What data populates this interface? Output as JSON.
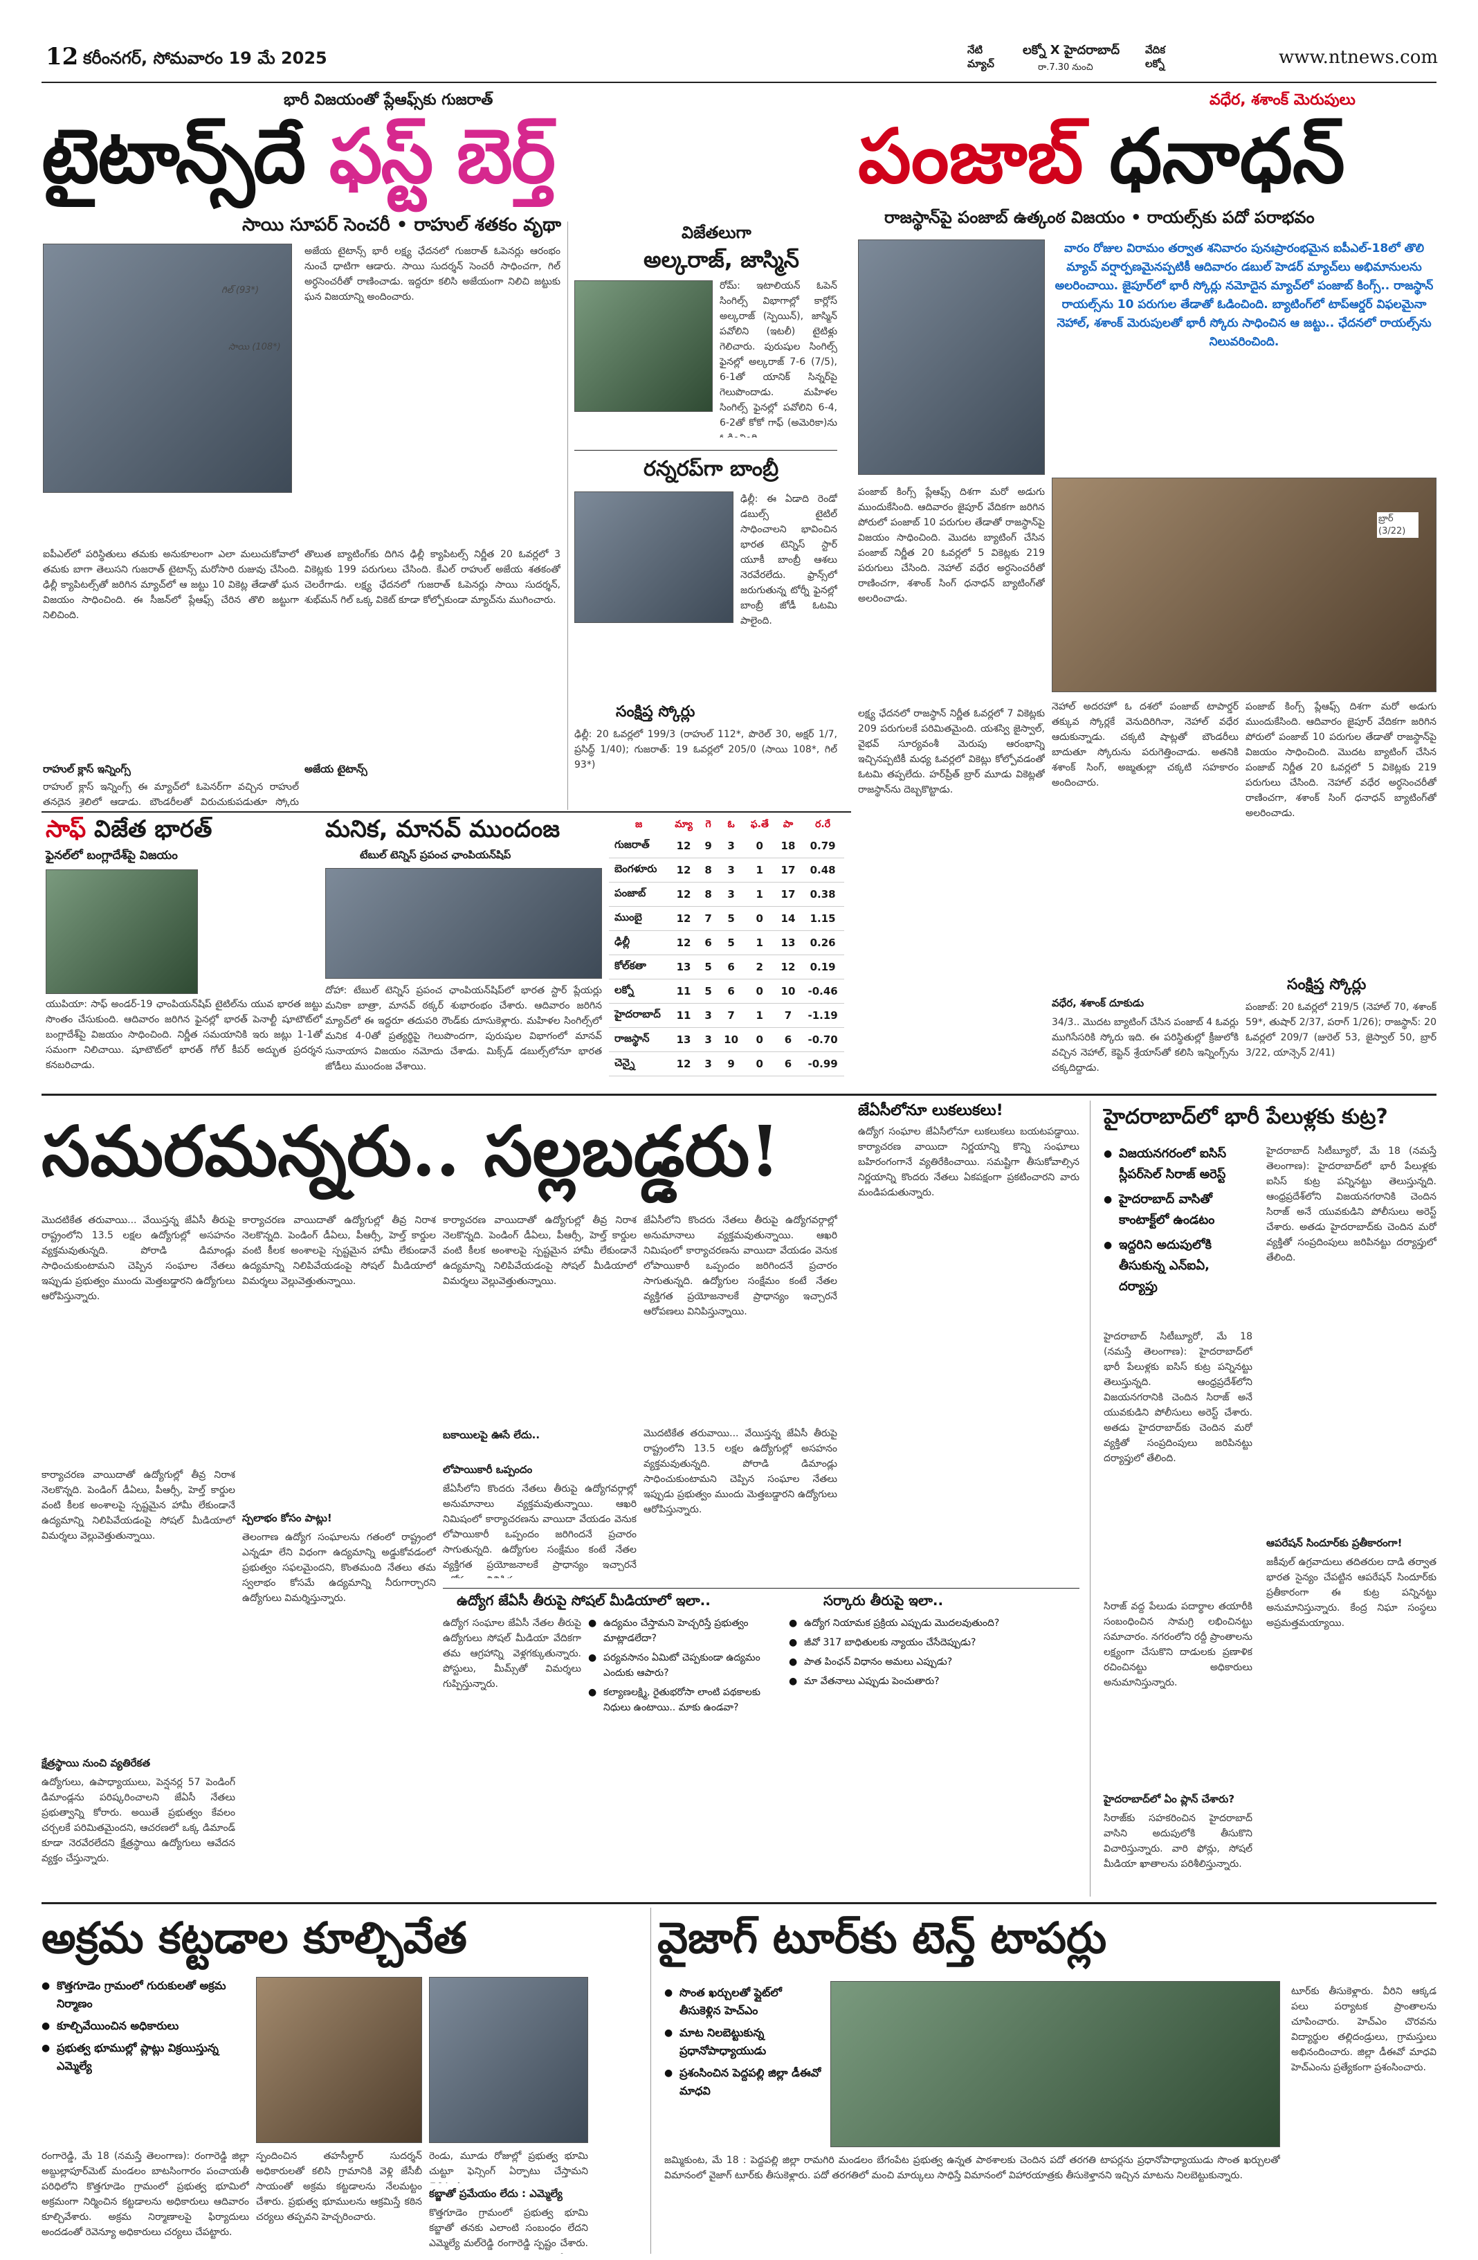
{
  "masthead": {
    "page_no": "12",
    "dateline": "కరీంనగర్, సోమవారం 19 మే 2025",
    "todays_match_label": "నేటి మ్యాచ్",
    "todays_match": "లక్నో X హైదరాబాద్",
    "match_time": "రా.7.30 నుంచి",
    "venue_label": "వేదిక లక్నో",
    "website": "www.ntnews.com"
  },
  "gt_story": {
    "kicker": "భారీ విజయంతో ప్లేఆఫ్స్‌కు గుజరాత్",
    "headline_black": "టైటాన్స్‌దే",
    "headline_pink": "ఫస్ట్ బెర్త్",
    "subhead": "సాయి సూపర్ సెంచరీ • రాహుల్ శతకం వృథా",
    "photo1_caption": "గిల్ (93*)",
    "photo2_caption": "సాయి (108*)",
    "body1": "ఐపీఎల్‌లో పరిస్థితులు తమకు అనుకూలంగా ఎలా మలుచుకోవాలో తమకు బాగా తెలుసని గుజరాత్ టైటాన్స్ మరోసారి రుజువు చేసింది. ఢిల్లీ క్యాపిటల్స్‌తో జరిగిన మ్యాచ్‌లో ఆ జట్టు 10 వికెట్ల తేడాతో ఘన విజయం సాధించింది. ఈ సీజన్‌లో ప్లేఆఫ్స్ చేరిన తొలి జట్టుగా నిలిచింది.",
    "body2": "తొలుత బ్యాటింగ్‌కు దిగిన ఢిల్లీ క్యాపిటల్స్ నిర్ణీత 20 ఓవర్లలో 3 వికెట్లకు 199 పరుగులు చేసింది. కేఎల్ రాహుల్ అజేయ శతకంతో చెలరేగాడు. లక్ష్య ఛేదనలో గుజరాత్ ఓపెనర్లు సాయి సుదర్శన్, శుభ్‌మన్ గిల్ ఒక్క వికెట్ కూడా కోల్పోకుండా మ్యాచ్‌ను ముగించారు.",
    "body3": "రాహుల్ క్లాస్ ఇన్నింగ్స్ ఈ మ్యాచ్‌లో ఓపెనర్‌గా వచ్చిన రాహుల్ తనదైన శైలిలో ఆడాడు. బౌండరీలతో విరుచుకుపడుతూ స్కోరు బోర్డును పరుగులెత్తించాడు.",
    "body4": "అజేయ టైటాన్స్ భారీ లక్ష్య ఛేదనలో గుజరాత్ ఓపెనర్లు ఆరంభం నుంచే ధాటిగా ఆడారు. సాయి సుదర్శన్ సెంచరీ సాధించగా, గిల్ అర్ధసెంచరీతో రాణించాడు. ఇద్దరూ కలిసి అజేయంగా నిలిచి జట్టుకు ఘన విజయాన్ని అందించారు."
  },
  "winners_story": {
    "heading": "విజేతలుగా",
    "names": "అల్కరాజ్, జాస్మిన్",
    "body": "రోమ్: ఇటాలియన్ ఓపెన్ సింగిల్స్ విభాగాల్లో కార్లోస్ అల్కరాజ్ (స్పెయిన్), జాస్మిన్ పవోలిని (ఇటలీ) టైటిళ్లు గెలిచారు. పురుషుల సింగిల్స్ ఫైనల్లో అల్కరాజ్ 7-6 (7/5), 6-1తో యానిక్ సిన్నర్‌పై గెలుపొందాడు. మహిళల సింగిల్స్ ఫైనల్లో పవోలిని 6-4, 6-2తో కోకో గాఫ్ (అమెరికా)ను ఓడించింది."
  },
  "runnerup_story": {
    "heading": "రన్నరప్‌గా బాంబ్రీ",
    "body": "ఢిల్లీ: ఈ ఏడాది రెండో డబుల్స్ టైటిల్ సాధించాలని భావించిన భారత టెన్నిస్ స్టార్ యూకీ బాంబ్రీ ఆశలు నెరవేరలేదు. ఫ్రాన్స్‌లో జరుగుతున్న టోర్నీ ఫైనల్లో బాంబ్రీ జోడీ ఓటమి పాలైంది.",
    "box_title": "సంక్షిప్త స్కోర్లు",
    "box_text": "ఢిల్లీ: 20 ఓవర్లలో 199/3 (రాహుల్ 112*, పొరెల్ 30, అక్షర్ 1/7, ప్రసిద్ధ్ 1/40); గుజరాత్: 19 ఓవర్లలో 205/0 (సాయి 108*, గిల్ 93*)"
  },
  "pbks_story": {
    "byline": "వధేర, శశాంక్ మెరుపులు",
    "headline_red": "పంజాబ్",
    "headline_black": "ధనాధన్",
    "subhead": "రాజస్థాన్‌పై పంజాబ్ ఉత్కంఠ విజయం • రాయల్స్‌కు పదో పరాభవం",
    "blue_intro": "వారం రోజుల విరామం తర్వాత శనివారం పునఃప్రారంభమైన ఐపీఎల్-18లో తొలి మ్యాచ్ వర్షార్పణమైనప్పటికీ ఆదివారం డబుల్ హెడర్ మ్యాచ్‌లు అభిమానులను అలరించాయి. జైపూర్‌లో భారీ స్కోర్లు నమోదైన మ్యాచ్‌లో పంజాబ్ కింగ్స్.. రాజస్థాన్ రాయల్స్‌ను 10 పరుగుల తేడాతో ఓడించింది. బ్యాటింగ్‌లో టాప్‌ఆర్డర్ విఫలమైనా నెహాల్, శశాంక్ మెరుపులతో భారీ స్కోరు సాధించిన ఆ జట్టు.. ఛేదనలో రాయల్స్‌ను నిలువరించింది.",
    "photo_caption": "బ్రార్ (3/22)",
    "body1": "పంజాబ్ కింగ్స్ ప్లేఆఫ్స్ దిశగా మరో అడుగు ముందుకేసింది. ఆదివారం జైపూర్ వేదికగా జరిగిన పోరులో పంజాబ్ 10 పరుగుల తేడాతో రాజస్థాన్‌పై విజయం సాధించింది. మొదట బ్యాటింగ్ చేసిన పంజాబ్ నిర్ణీత 20 ఓవర్లలో 5 వికెట్లకు 219 పరుగులు చేసింది. నెహాల్ వధేర అర్ధసెంచరీతో రాణించగా, శశాంక్ సింగ్ ధనాధన్ బ్యాటింగ్‌తో అలరించాడు.",
    "body2": "లక్ష్య ఛేదనలో రాజస్థాన్ నిర్ణీత ఓవర్లలో 7 వికెట్లకు 209 పరుగులకే పరిమితమైంది. యశస్వి జైస్వాల్, వైభవ్ సూర్యవంశీ మెరుపు ఆరంభాన్ని ఇచ్చినప్పటికీ మధ్య ఓవర్లలో వికెట్లు కోల్పోవడంతో ఓటమి తప్పలేదు. హర్‌ప్రీత్ బ్రార్ మూడు వికెట్లతో రాజస్థాన్‌ను దెబ్బకొట్టాడు.",
    "body3": "నెహాల్ అదరహో ఓ దశలో పంజాబ్ టాపార్డర్ తక్కువ స్కోర్లకే వెనుదిరిగినా, నెహాల్ వధేర ఆదుకున్నాడు. చక్కటి షాట్లతో బౌండరీలు బాదుతూ స్కోరును పరుగెత్తించాడు. అతనికి శశాంక్ సింగ్, అజ్మతుల్లా చక్కటి సహకారం అందించారు.",
    "sub1": "వధేర, శశాంక్ దూకుడు",
    "body4": "34/3.. మొదట బ్యాటింగ్ చేసిన పంజాబ్ 4 ఓవర్లు ముగిసేసరికి స్కోరు ఇది. ఈ పరిస్థితుల్లో క్రీజులోకి వచ్చిన నెహాల్, కెప్టెన్ శ్రేయాస్‌తో కలిసి ఇన్నింగ్స్‌ను చక్కదిద్దాడు.",
    "box_title": "సంక్షిప్త స్కోర్లు",
    "box_text": "పంజాబ్: 20 ఓవర్లలో 219/5 (నెహాల్ 70, శశాంక్ 59*, తుషార్ 2/37, పరాగ్ 1/26); రాజస్థాన్: 20 ఓవర్లలో 209/7 (జురెల్ 53, జైస్వాల్ 50, బ్రార్ 3/22, యాన్సెన్ 2/41)"
  },
  "saff_story": {
    "headline_red": "సాఫ్",
    "headline_black": "విజేత భారత్",
    "subhead": "ఫైనల్‌లో బంగ్లాదేశ్‌పై విజయం",
    "body": "యుపియా: సాఫ్ అండర్-19 ఛాంపియన్‌షిప్ టైటిల్‌ను యువ భారత జట్టు సొంతం చేసుకుంది. ఆదివారం జరిగిన ఫైనల్లో భారత్ పెనాల్టీ షూటౌట్‌లో బంగ్లాదేశ్‌పై విజయం సాధించింది. నిర్ణీత సమయానికి ఇరు జట్లు 1-1తో సమంగా నిలిచాయి. షూటౌట్‌లో భారత్ గోల్ కీపర్ అద్భుత ప్రదర్శన కనబరిచాడు."
  },
  "manika_story": {
    "headline": "మనిక, మానవ్ ముందంజ",
    "subhead": "టేబుల్ టెన్నిస్ ప్రపంచ ఛాంపియన్‌షిప్",
    "body": "దోహా: టేబుల్ టెన్నిస్ ప్రపంచ ఛాంపియన్‌షిప్‌లో భారత స్టార్ ప్లేయర్లు మనికా బాత్రా, మానవ్ ఠక్కర్ శుభారంభం చేశారు. ఆదివారం జరిగిన మ్యాచ్‌లో ఈ ఇద్దరూ తదుపరి రౌండ్‌కు దూసుకెళ్లారు. మహిళల సింగిల్స్‌లో మనిక 4-0తో ప్రత్యర్థిపై గెలుపొందగా, పురుషుల విభాగంలో మానవ్ సునాయాస విజయం నమోదు చేశాడు. మిక్స్‌డ్ డబుల్స్‌లోనూ భారత జోడీలు ముందంజ వేశాయి."
  },
  "points_table": {
    "headers": [
      "జ",
      "మ్యా",
      "గె",
      "ఓ",
      "ఫ.తే",
      "పా",
      "ర.రే"
    ],
    "rows": [
      [
        "గుజరాత్",
        "12",
        "9",
        "3",
        "0",
        "18",
        "0.79"
      ],
      [
        "బెంగళూరు",
        "12",
        "8",
        "3",
        "1",
        "17",
        "0.48"
      ],
      [
        "పంజాబ్",
        "12",
        "8",
        "3",
        "1",
        "17",
        "0.38"
      ],
      [
        "ముంబై",
        "12",
        "7",
        "5",
        "0",
        "14",
        "1.15"
      ],
      [
        "ఢిల్లీ",
        "12",
        "6",
        "5",
        "1",
        "13",
        "0.26"
      ],
      [
        "కోల్‌కతా",
        "13",
        "5",
        "6",
        "2",
        "12",
        "0.19"
      ],
      [
        "లక్నో",
        "11",
        "5",
        "6",
        "0",
        "10",
        "-0.46"
      ],
      [
        "హైదరాబాద్",
        "11",
        "3",
        "7",
        "1",
        "7",
        "-1.19"
      ],
      [
        "రాజస్థాన్",
        "13",
        "3",
        "10",
        "0",
        "6",
        "-0.70"
      ],
      [
        "చెన్నై",
        "12",
        "3",
        "9",
        "0",
        "6",
        "-0.99"
      ]
    ]
  },
  "jac_story": {
    "headline": "సమరమన్నరు.. సల్లబడ్డరు!",
    "body1": "మొదటికేత తరువాయి... వేయిస్తన్న జేఏసీ తీరుపై రాష్ట్రంలోని 13.5 లక్షల ఉద్యోగుల్లో అసహనం వ్యక్తమవుతున్నది. పోరాడి డిమాండ్లు సాధించుకుంటామని చెప్పిన సంఘాల నేతలు ఇప్పుడు ప్రభుత్వం ముందు మెత్తబడ్డారని ఉద్యోగులు ఆరోపిస్తున్నారు.",
    "body2": "కార్యాచరణ వాయిదాతో ఉద్యోగుల్లో తీవ్ర నిరాశ నెలకొన్నది. పెండింగ్ డీఏలు, పీఆర్సీ, హెల్త్ కార్డుల వంటి కీలక అంశాలపై స్పష్టమైన హామీ లేకుండానే ఉద్యమాన్ని నిలిపివేయడంపై సోషల్ మీడియాలో విమర్శలు వెల్లువెత్తుతున్నాయి.",
    "sub1": "క్షేత్రస్థాయి నుంచి వ్యతిరేకత",
    "body3": "ఉద్యోగులు, ఉపాధ్యాయులు, పెన్షనర్ల 57 పెండింగ్ డిమాండ్లను పరిష్కరించాలని జేఏసీ నేతలు ప్రభుత్వాన్ని కోరారు. అయితే ప్రభుత్వం కేవలం చర్చలకే పరిమితమైందని, ఆచరణలో ఒక్క డిమాండ్ కూడా నెరవేరలేదని క్షేత్రస్థాయి ఉద్యోగులు ఆవేదన వ్యక్తం చేస్తున్నారు.",
    "sub2": "స్పలాభం కోసం పాట్లు!",
    "body4": "తెలంగాణ ఉద్యోగ సంఘాలను గతంలో రాష్ట్రంలో ఎన్నడూ లేని విధంగా ఉద్యమాన్ని అడ్డుకోవడంలో ప్రభుత్వం సఫలమైందని, కొంతమంది నేతలు తమ స్వలాభం కోసమే ఉద్యమాన్ని నీరుగార్చారని ఉద్యోగులు విమర్శిస్తున్నారు.",
    "sub3": "బకాయిలపై ఊసే లేదు..",
    "sub4": "లోపాయికారీ ఒప్పందం",
    "body5": "జేఏసీలోని కొందరు నేతలు తీరుపై ఉద్యోగవర్గాల్లో అనుమానాలు వ్యక్తమవుతున్నాయి. ఆఖరి నిమిషంలో కార్యాచరణను వాయిదా వేయడం వెనుక లోపాయికారీ ఒప్పందం జరిగిందనే ప్రచారం సాగుతున్నది. ఉద్యోగుల సంక్షేమం కంటే నేతల వ్యక్తిగత ప్రయోజనాలకే ప్రాధాన్యం ఇచ్చారనే ఆరోపణలు వినిపిస్తున్నాయి.",
    "sub5": "జేఏసీలోనూ లుకలుకలు!",
    "body6": "ఉద్యోగ సంఘాల జేఏసీలోనూ లుకలుకలు బయటపడ్డాయి. కార్యాచరణ వాయిదా నిర్ణయాన్ని కొన్ని సంఘాలు బహిరంగంగానే వ్యతిరేకించాయి. సమష్టిగా తీసుకోవాల్సిన నిర్ణయాన్ని కొందరు నేతలు ఏకపక్షంగా ప్రకటించారని వారు మండిపడుతున్నారు.",
    "social_heading": "ఉద్యోగ జేఏసీ తీరుపై సోషల్ మీడియాలో ఇలా..",
    "social_body": "ఉద్యోగ సంఘాల జేఏసీ నేతల తీరుపై ఉద్యోగులు సోషల్ మీడియా వేదికగా తమ ఆగ్రహాన్ని వెళ్లగక్కుతున్నారు. పోస్టులు, మీమ్స్‌తో విమర్శలు గుప్పిస్తున్నారు.",
    "social_points": [
      "ఉద్యమం చేస్తామని హెచ్చరిస్తే ప్రభుత్వం మాట్లాడలేదా?",
      "పర్యవసానం ఏమిటో చెప్పకుండా ఉద్యమం ఎందుకు ఆపారు?",
      "కల్యాణలక్ష్మి, రైతుభరోసా లాంటి పథకాలకు నిధులు ఉంటాయి.. మాకు ఉండవా?"
    ],
    "govt_heading": "సర్కారు తీరుపై ఇలా..",
    "govt_points": [
      "ఉద్యోగ నియామక ప్రక్రియ ఎప్పుడు మొదలవుతుంది?",
      "జీవో 317 బాధితులకు న్యాయం చేసేదెప్పుడు?",
      "పాత పింఛన్ విధానం అమలు ఎప్పుడు?",
      "మా వేతనాలు ఎప్పుడు పెంచుతారు?"
    ]
  },
  "hyd_story": {
    "headline": "హైదరాబాద్‌లో భారీ పేలుళ్లకు కుట్ర?",
    "bullets": [
      "విజయనగరంలో ఐసిస్ స్లీపర్‌సెల్‌ సిరాజ్‌ అరెస్ట్",
      "హైదరాబాద్‌ వాసితో కాంటాక్ట్‌లో ఉండటం",
      "ఇద్దరిని అదుపులోకి తీసుకున్న ఎన్‌ఐఏ, దర్యాప్తు"
    ],
    "body1": "హైదరాబాద్ సిటీబ్యూరో, మే 18 (నమస్తే తెలంగాణ): హైదరాబాద్‌లో భారీ పేలుళ్లకు ఐసిస్ కుట్ర పన్నినట్టు తెలుస్తున్నది. ఆంధ్రప్రదేశ్‌లోని విజయనగరానికి చెందిన సిరాజ్ అనే యువకుడిని పోలీసులు అరెస్ట్ చేశారు. అతడు హైదరాబాద్‌కు చెందిన మరో వ్యక్తితో సంప్రదింపులు జరిపినట్టు దర్యాప్తులో తేలింది.",
    "body2": "సిరాజ్ వద్ద పేలుడు పదార్థాల తయారీకి సంబంధించిన సామగ్రి లభించినట్టు సమాచారం. నగరంలోని రద్దీ ప్రాంతాలను లక్ష్యంగా చేసుకొని దాడులకు ప్రణాళిక రచించినట్టు అధికారులు అనుమానిస్తున్నారు.",
    "sub1": "హైదరాబాద్‌లో ఏం ప్లాన్ చేశారు?",
    "body3": "సిరాజ్‌కు సహకరించిన హైదరాబాద్ వాసిని అదుపులోకి తీసుకొని విచారిస్తున్నారు. వారి ఫోన్లు, సోషల్ మీడియా ఖాతాలను పరిశీలిస్తున్నారు.",
    "sub2": "ఆపరేషన్ సిందూర్‌కు ప్రతీకారంగా!",
    "body4": "జకీవుల్ ఉగ్రవాదులు తదితరుల దాడి తర్వాత భారత సైన్యం చేపట్టిన ఆపరేషన్ సిందూర్‌కు ప్రతీకారంగా ఈ కుట్ర పన్నినట్టు అనుమానిస్తున్నారు. కేంద్ర నిఘా సంస్థలు అప్రమత్తమయ్యాయి."
  },
  "demolition_story": {
    "headline": "అక్రమ కట్టడాల కూల్చివేత",
    "bullets": [
      "కొత్తగూడెం గ్రామంలో గురుకులతో అక్రమ నిర్మాణం",
      "కూల్చివేయించిన అధికారులు",
      "ప్రభుత్వ భూముల్లో ప్లాట్లు విక్రయిస్తున్న ఎమ్మెల్యే"
    ],
    "body1": "రంగారెడ్డి, మే 18 (నమస్తే తెలంగాణ): రంగారెడ్డి జిల్లా అబ్దుల్లాపూర్‌మెట్ మండలం బాటసింగారం పంచాయతీ పరిధిలోని కొత్తగూడెం గ్రామంలో ప్రభుత్వ భూమిలో అక్రమంగా నిర్మించిన కట్టడాలను అధికారులు ఆదివారం కూల్చివేశారు. అక్రమ నిర్మాణాలపై ఫిర్యాదులు అందడంతో రెవెన్యూ అధికారులు చర్యలు చేపట్టారు.",
    "body2": "స్పందించిన తహసీల్దార్ సుదర్శన్ అధికారులతో కలిసి గ్రామానికి వెళ్లి జేసీబీ సాయంతో అక్రమ కట్టడాలను నేలమట్టం చేశారు. ప్రభుత్వ భూములను ఆక్రమిస్తే కఠిన చర్యలు తప్పవని హెచ్చరించారు.",
    "body3": "రెండు, మూడు రోజుల్లో ప్రభుత్వ భూమి చుట్టూ ఫెన్సింగ్ ఏర్పాటు చేస్తామని తెలిపారు.",
    "sub1": "కబ్జాతో ప్రమేయం లేదు : ఎమ్మెల్యే",
    "body4": "కొత్తగూడెం గ్రామంలో ప్రభుత్వ భూమి కబ్జాతో తనకు ఎలాంటి సంబంధం లేదని ఎమ్మెల్యే మల్‌రెడ్డి రంగారెడ్డి స్పష్టం చేశారు. అధికారులు నిర్మాణాలను కూల్చివేయడం సరైన నిర్ణయమని అన్నారు."
  },
  "vizag_story": {
    "headline": "వైజాగ్ టూర్‌కు టెన్త్ టాపర్లు",
    "bullets": [
      "సొంత ఖర్చులతో ప్లైట్‌లో తీసుకెళ్లిన హెచ్ఎం",
      "మాట నిలబెట్టుకున్న ప్రధానోపాధ్యాయుడు",
      "ప్రశంసించిన పెద్దపల్లి జిల్లా డీఈవో మాధవి"
    ],
    "body1": "జమ్మికుంట, మే 18 : పెద్దపల్లి జిల్లా రామగిరి మండలం బేగంపేట ప్రభుత్వ ఉన్నత పాఠశాలకు చెందిన పదో తరగతి టాపర్లను ప్రధానోపాధ్యాయుడు సొంత ఖర్చులతో విమానంలో వైజాగ్ టూర్‌కు తీసుకెళ్లారు. పదో తరగతిలో మంచి మార్కులు సాధిస్తే విమానంలో విహారయాత్రకు తీసుకెళ్తానని ఇచ్చిన మాటను నిలబెట్టుకున్నారు.",
    "body2": "టూర్‌కు తీసుకెళ్లారు. వీరిని ఆక్కడ పలు పర్యాటక ప్రాంతాలను చూపించారు. హెచ్ఎం చొరవను విద్యార్థుల తల్లిదండ్రులు, గ్రామస్తులు అభినందించారు. జిల్లా డీఈవో మాధవి హెచ్ఎంను ప్రత్యేకంగా ప్రశంసించారు."
  }
}
